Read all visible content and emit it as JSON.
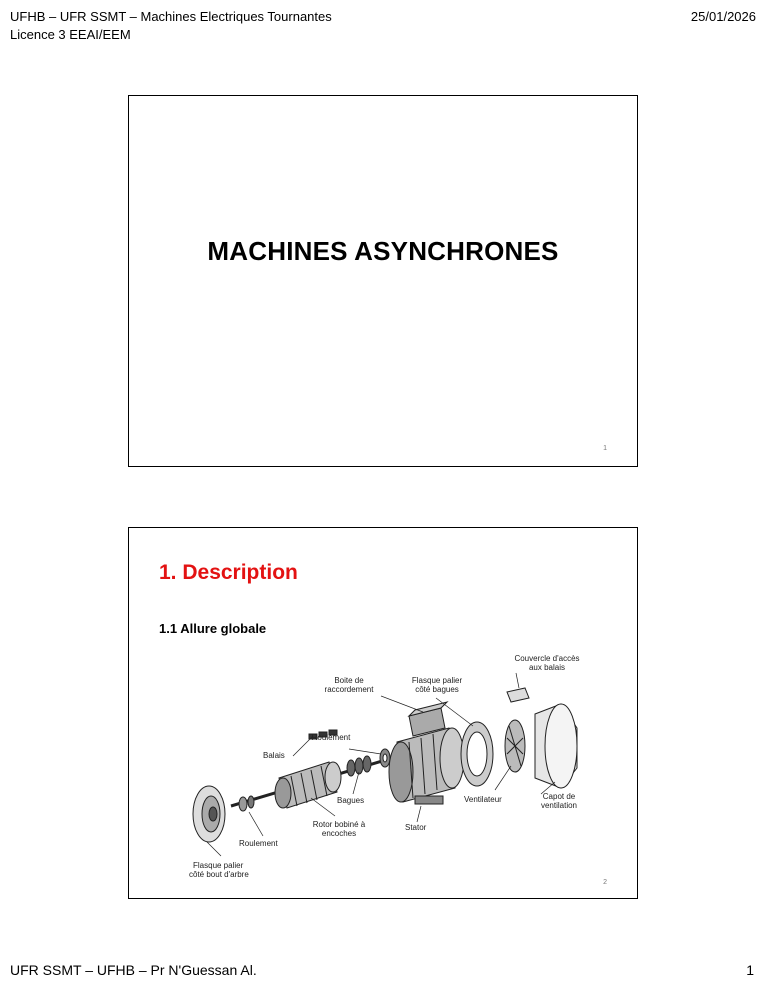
{
  "header": {
    "left_line1": "UFHB – UFR SSMT – Machines Electriques Tournantes",
    "left_line2": "Licence 3 EEAI/EEM",
    "date": "25/01/2026"
  },
  "slide1": {
    "title": "MACHINES ASYNCHRONES",
    "number": "1"
  },
  "slide2": {
    "title": "1. Description",
    "subtitle": "1.1 Allure globale",
    "number": "2",
    "figure_labels": {
      "couvercle_l1": "Couvercle d'accès",
      "couvercle_l2": "aux balais",
      "boite_l1": "Boite de",
      "boite_l2": "raccordement",
      "flasque_bagues_l1": "Flasque palier",
      "flasque_bagues_l2": "côté bagues",
      "roulement_top": "Roulement",
      "balais": "Balais",
      "bagues": "Bagues",
      "ventilateur": "Ventilateur",
      "capot_l1": "Capot de",
      "capot_l2": "ventilation",
      "rotor_l1": "Rotor bobiné à",
      "rotor_l2": "encoches",
      "stator": "Stator",
      "roulement_bottom": "Roulement",
      "flasque_arbre_l1": "Flasque palier",
      "flasque_arbre_l2": "côté bout d'arbre"
    }
  },
  "footer": {
    "left": "UFR SSMT – UFHB – Pr N'Guessan Al.",
    "page": "1"
  }
}
